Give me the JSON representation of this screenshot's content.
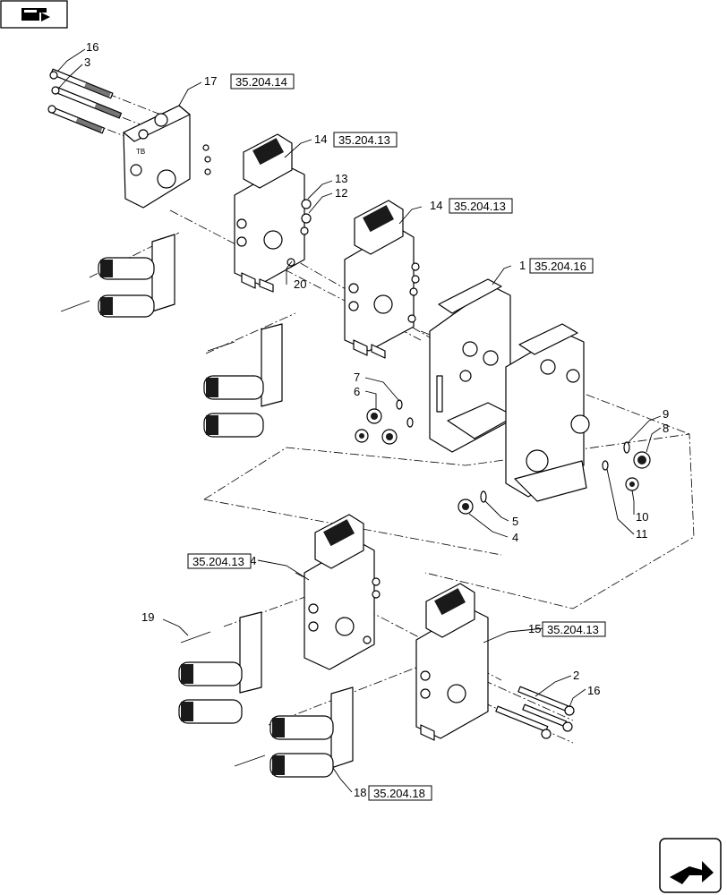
{
  "nav": {
    "back_icon": "hand-pointing-icon",
    "next_icon": "arrow-forward-icon"
  },
  "callouts": {
    "c16a": "16",
    "c3": "3",
    "c17": "17",
    "c14a": "14",
    "c13": "13",
    "c12": "12",
    "c14b": "14",
    "c20": "20",
    "c1": "1",
    "c7": "7",
    "c6": "6",
    "c9": "9",
    "c8": "8",
    "c5": "5",
    "c4": "4",
    "c10": "10",
    "c11": "11",
    "c14c": "14",
    "c15": "15",
    "c19": "19",
    "c2": "2",
    "c16b": "16",
    "c18": "18"
  },
  "refs": {
    "r17": "35.204.14",
    "r14a": "35.204.13",
    "r14b": "35.204.13",
    "r1": "35.204.16",
    "r14c": "35.204.13",
    "r15": "35.204.13",
    "r18": "35.204.18"
  }
}
